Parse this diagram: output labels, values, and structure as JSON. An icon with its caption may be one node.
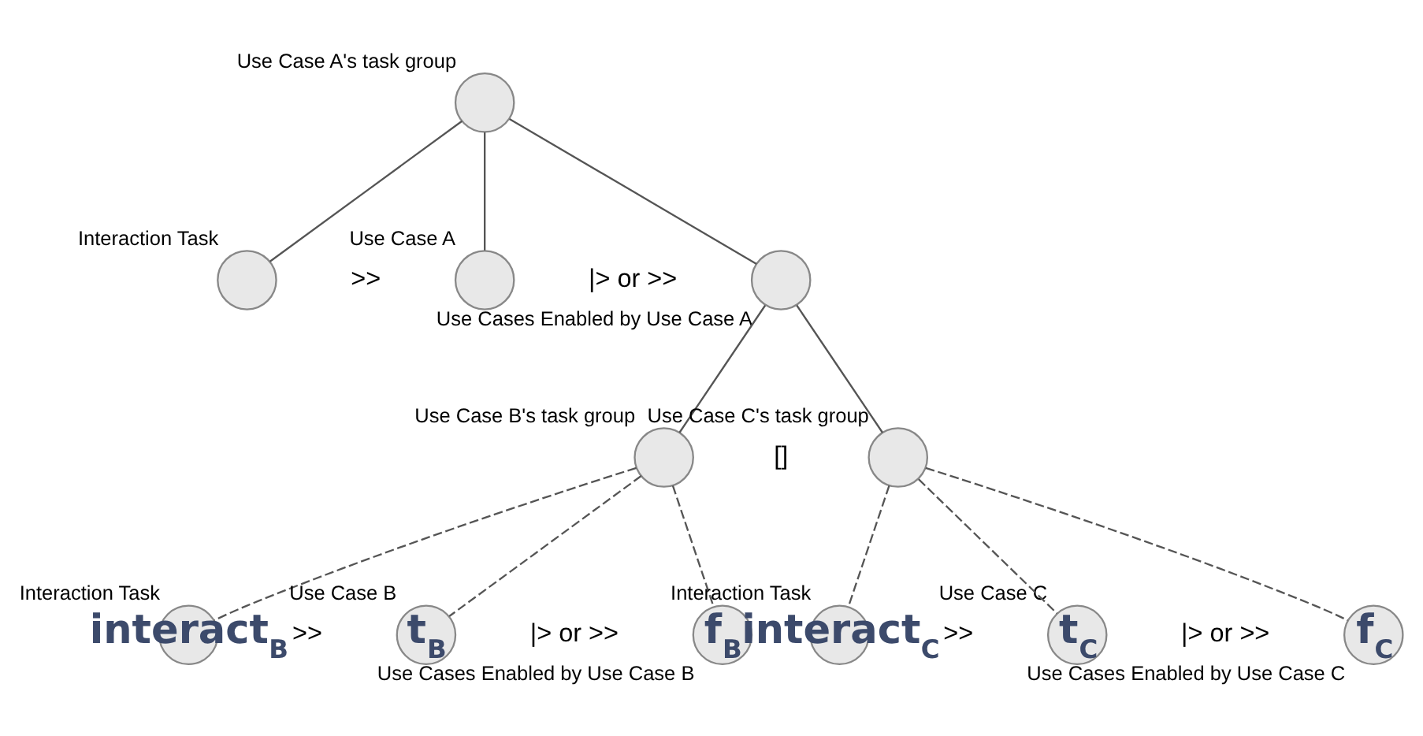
{
  "diagram": {
    "nodes": [
      {
        "text": [],
        "shape": "circle",
        "beside": [
          "Use Case A's task group"
        ]
      },
      {
        "text": [],
        "shape": "circle",
        "beside": [
          "Interaction Task"
        ]
      },
      {
        "text": [],
        "shape": "circle",
        "beside": [
          "Use Case A"
        ]
      },
      {
        "text": [],
        "shape": "circle",
        "beside": [
          "Use Cases Enabled by Use Case A"
        ]
      },
      {
        "text": [],
        "shape": "circle",
        "beside": [
          "Use Case B's task group"
        ]
      },
      {
        "text": [],
        "shape": "circle",
        "beside": [
          "Use Case C's task group"
        ]
      },
      {
        "text": [
          "interact$_{B}$"
        ],
        "beside": [
          "Interaction Task"
        ]
      },
      {
        "text": [
          "t$_{B}$"
        ],
        "beside": [
          "Use Case B"
        ]
      },
      {
        "text": [
          "f$_{B}$"
        ],
        "beside": [
          "Use Cases Enabled by Use Case B"
        ]
      },
      {
        "text": [
          "interact$_{C}$"
        ],
        "beside": [
          "Interaction Task"
        ]
      },
      {
        "text": [
          "t$_{C}$"
        ],
        "beside": [
          "Use Case C"
        ]
      },
      {
        "text": [
          "f$_{C}$"
        ],
        "beside": [
          "Use Cases Enabled by Use Case C"
        ]
      }
    ],
    "edges": [
      {
        "from": 0,
        "to": 1,
        "arrow": "none"
      },
      {
        "from": 0,
        "to": 2,
        "arrow": "none"
      },
      {
        "from": 0,
        "to": 3,
        "arrow": "none"
      },
      {
        "from": 3,
        "to": 4,
        "arrow": "none"
      },
      {
        "from": 3,
        "to": 5,
        "arrow": "none"
      },
      {
        "from": 4,
        "to": 6,
        "arrow": "none",
        "style": "dashed"
      },
      {
        "from": 4,
        "to": 7,
        "arrow": "none",
        "style": "dashed"
      },
      {
        "from": 4,
        "to": 8,
        "arrow": "none",
        "style": "dashed"
      },
      {
        "from": 5,
        "to": 9,
        "arrow": "none",
        "style": "dashed"
      },
      {
        "from": 5,
        "to": 10,
        "arrow": "none",
        "style": "dashed"
      },
      {
        "from": 5,
        "to": 11,
        "arrow": "none",
        "style": "dashed"
      }
    ],
    "labels": [
      ">>",
      "|> or >>",
      "[]",
      ">>",
      "|> or >>",
      ">>",
      "|> or >>"
    ]
  }
}
